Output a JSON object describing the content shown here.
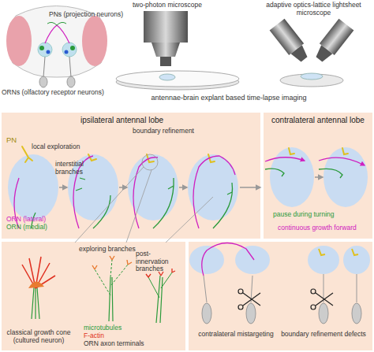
{
  "diagram": {
    "nodes": [
      {
        "text": [
          "ipsilateral antennal lobe"
        ]
      },
      {
        "text": [
          "contralateral antennal lobe"
        ]
      }
    ],
    "labels": [
      "PNs (projection neurons)",
      "ORNs (olfactory receptor neurons)",
      "two-photon microscope",
      "adaptive optics-lattice lightsheet microscope",
      "antennae-brain explant based time-lapse imaging",
      "PN",
      "local exploration",
      "boundary refinement",
      "interstitial branches",
      "ORN (lateral)",
      "ORN (medial)",
      "pause during turning",
      "continuous growth forward",
      "classical growth cone (cultured neuron)",
      "exploring branches",
      "post-innervation branches",
      "microtubules",
      "F-actin",
      "ORN axon terminals",
      "contralateral mistargeting",
      "boundary refinement defects"
    ]
  }
}
